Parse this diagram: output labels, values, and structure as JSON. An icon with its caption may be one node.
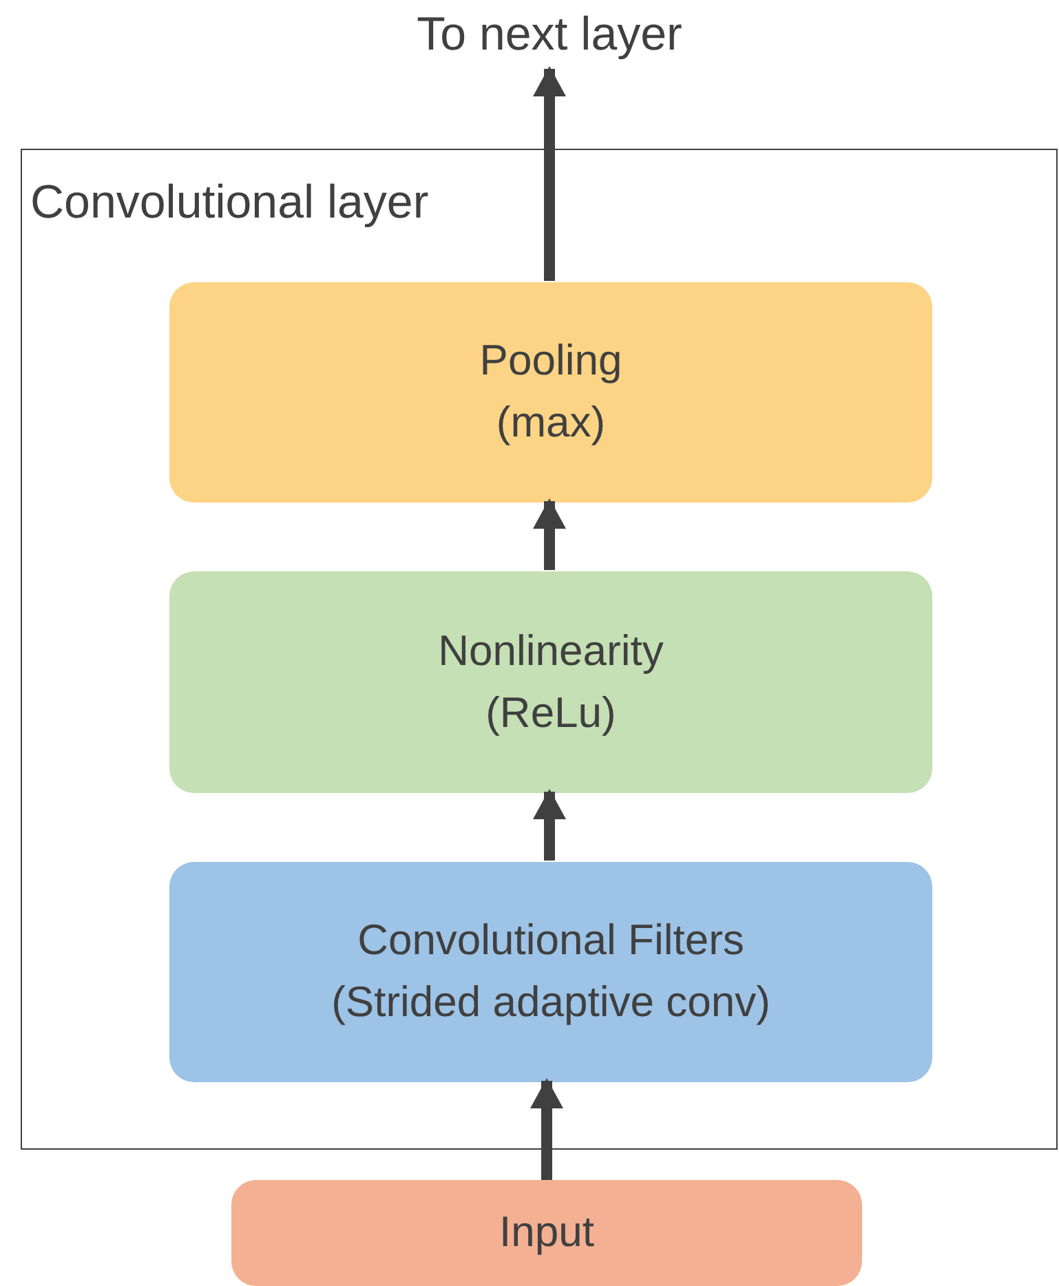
{
  "diagram": {
    "nodes": [
      {
        "text": [
          "Convolutional layer"
        ]
      },
      {
        "text": [
          "Pooling",
          "(max)"
        ],
        "in": 0
      },
      {
        "text": [
          "Nonlinearity",
          "(ReLu)"
        ],
        "in": 0
      },
      {
        "text": [
          "Convolutional Filters",
          "(Strided adaptive conv)"
        ],
        "in": 0
      },
      {
        "text": [
          "Input"
        ]
      },
      {
        "text": [
          "To next layer"
        ]
      }
    ],
    "edges": [
      {
        "from": 4,
        "to": 3,
        "arrow": "to"
      },
      {
        "from": 3,
        "to": 2,
        "arrow": "to"
      },
      {
        "from": 2,
        "to": 1,
        "arrow": "to"
      },
      {
        "from": 1,
        "to": 5,
        "arrow": "to"
      }
    ]
  }
}
